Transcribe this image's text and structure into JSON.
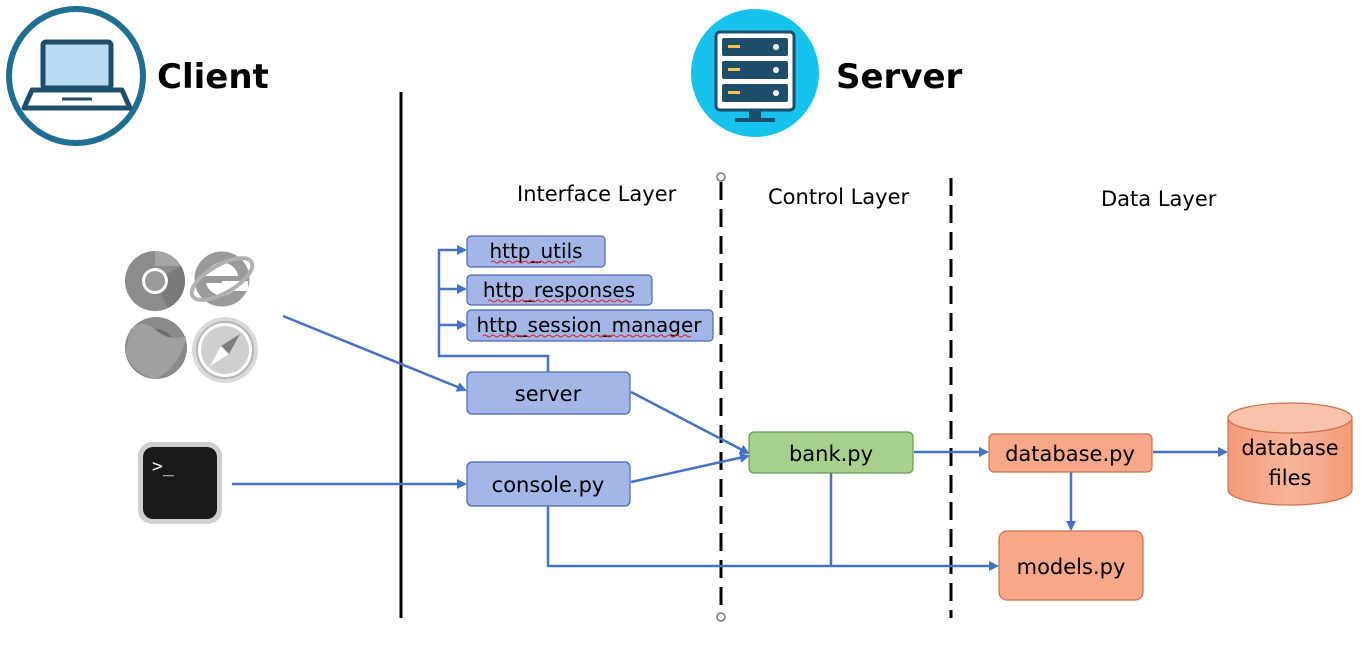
{
  "headings": {
    "client": "Client",
    "server": "Server"
  },
  "layers": {
    "interface": "Interface Layer",
    "control": "Control Layer",
    "data": "Data Layer"
  },
  "boxes": {
    "http_utils": "http_utils",
    "http_responses": "http_responses",
    "http_session_manager": "http_session_manager",
    "server": "server",
    "console": "console.py",
    "bank": "bank.py",
    "database": "database.py",
    "models": "models.py",
    "database_files_line1": "database",
    "database_files_line2": "files"
  },
  "terminal_prompt": ">_",
  "icons": {
    "client": "laptop-icon",
    "server": "server-rack-icon",
    "browsers": [
      "chrome-icon",
      "internet-explorer-icon",
      "firefox-icon",
      "safari-icon"
    ],
    "terminal": "terminal-icon"
  },
  "colors": {
    "arrow": "#4472c4",
    "interface_box": "#a4b6e6",
    "control_box": "#a8d08d",
    "data_box": "#f6a889",
    "server_circle": "#17c3ec",
    "client_ring": "#1f6f94"
  }
}
